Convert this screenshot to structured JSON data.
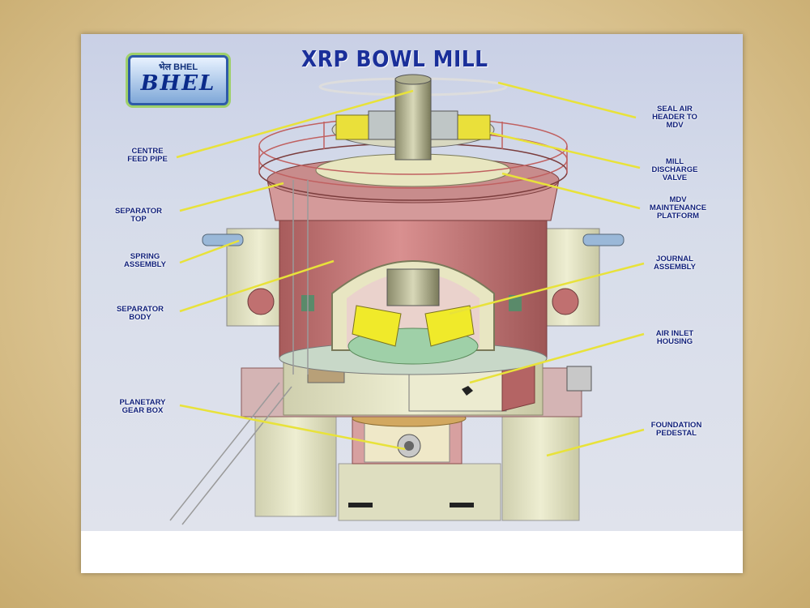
{
  "title": "XRP BOWL MILL",
  "logo": {
    "top_text": "भेल BHEL",
    "main_text": "BHEL"
  },
  "labels": {
    "centre_feed_pipe": "CENTRE\nFEED PIPE",
    "separator_top": "SEPARATOR\nTOP",
    "spring_assembly": "SPRING\nASSEMBLY",
    "separator_body": "SEPARATOR\nBODY",
    "planetary_gear_box": "PLANETARY\nGEAR BOX",
    "seal_air_header": "SEAL AIR\nHEADER TO\nMDV",
    "mill_discharge_valve": "MILL\nDISCHARGE\nVALVE",
    "mdv_maintenance_platform": "MDV\nMAINTENANCE\nPLATFORM",
    "journal_assembly": "JOURNAL\nASSEMBLY",
    "air_inlet_housing": "AIR INLET\nHOUSING",
    "foundation_pedestal": "FOUNDATION\nPEDESTAL"
  },
  "colors": {
    "title": "#1a2f9a",
    "label_text": "#0f1f7a",
    "leader_line": "#e8e23a",
    "body_pink": "#c97a7a",
    "pedestal": "#e6e6c6",
    "journal_yellow": "#f0ea2a"
  }
}
